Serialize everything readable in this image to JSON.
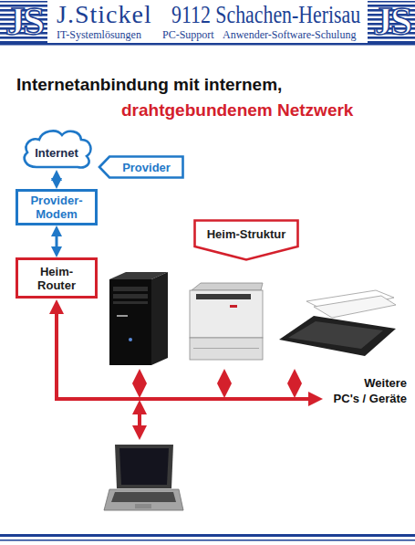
{
  "diagram": {
    "title": "Internetanbindung mit internem, drahtgebundenem Netzwerk",
    "nodes": [
      {
        "text": [
          "Internet"
        ]
      },
      {
        "text": [
          "Provider"
        ]
      },
      {
        "text": [
          "Provider- Modem"
        ]
      },
      {
        "text": [
          "Heim-Struktur"
        ]
      },
      {
        "text": [
          "Heim- Router"
        ]
      }
    ],
    "edges": [
      {
        "from": 0,
        "to": 2,
        "arrow": "both"
      },
      {
        "from": 2,
        "to": 4,
        "arrow": "both"
      }
    ],
    "labels": [
      "JS",
      "J.Stickel",
      "9112 Schachen-Herisau",
      "JS",
      "IT-Systemlösungen",
      "PC-Support",
      "Anwender-Software-Schulung",
      "Weitere PC's / Geräte"
    ]
  }
}
